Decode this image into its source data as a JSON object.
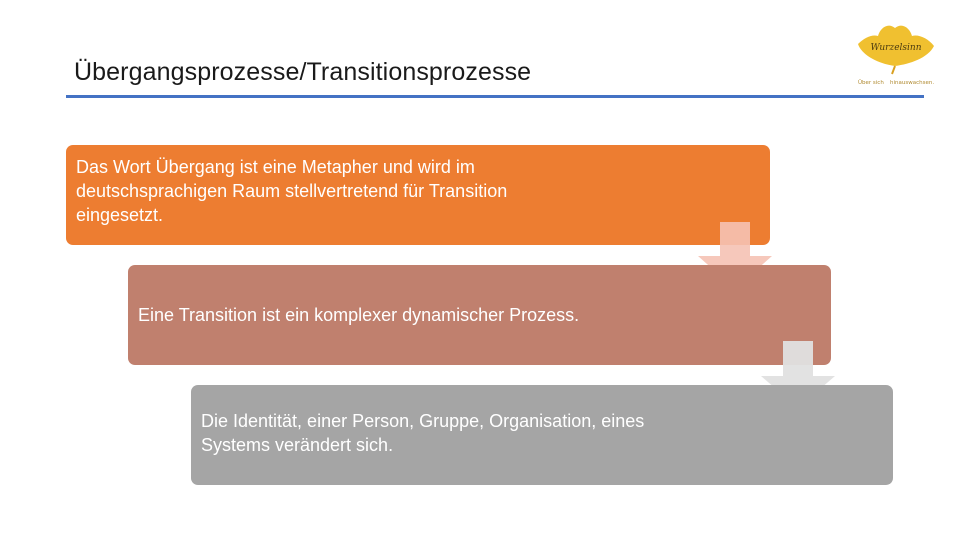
{
  "header": {
    "title": "Übergangsprozesse/Transitionsprozesse",
    "accent_color": "#4472c4"
  },
  "logo": {
    "text": "Wurzelsinn",
    "tagline": "Über sich hinauswachsen.",
    "color": "#f0c030"
  },
  "diagram": {
    "steps": [
      {
        "text": "Das Wort Übergang ist eine Metapher und wird im\ndeutschsprachigen Raum stellvertretend für Transition\neingesetzt.",
        "color": "#ed7d31"
      },
      {
        "text": "Eine Transition ist ein komplexer dynamischer Prozess.",
        "color": "#c0806e"
      },
      {
        "text": "Die Identität, einer Person, Gruppe, Organisation, eines\nSystems verändert sich.",
        "color": "#a5a5a5"
      }
    ],
    "connector_colors": [
      "#f5c2b4",
      "#e0e0e0"
    ]
  }
}
